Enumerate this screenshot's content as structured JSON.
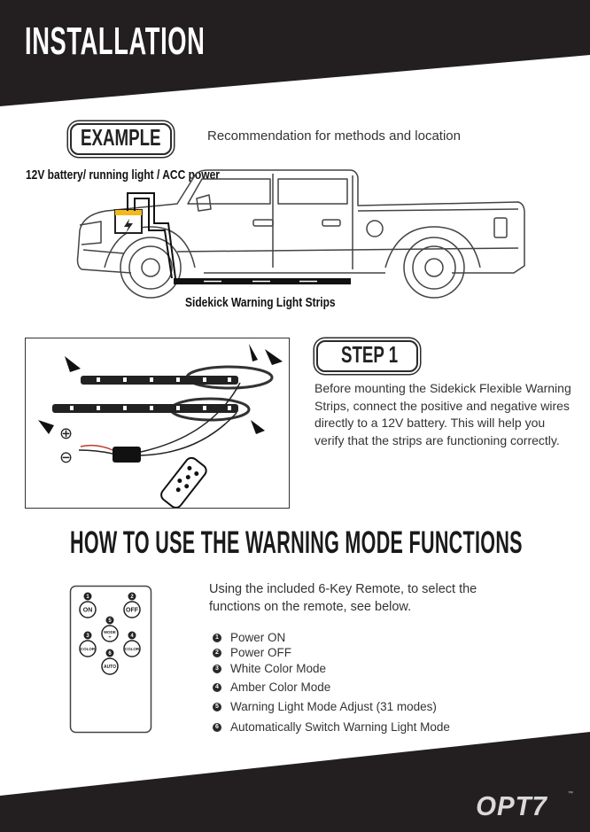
{
  "header": {
    "title": "INSTALLATION"
  },
  "example": {
    "label": "EXAMPLE",
    "description": "Recommendation for methods and location",
    "power_label": "12V battery/ running light / ACC power",
    "strip_label": "Sidekick  Warning Light Strips"
  },
  "step1": {
    "label": "STEP 1",
    "text": "Before mounting the Sidekick Flexible Warning Strips, connect the positive and negative wires directly to a 12V battery. This will help you verify that the strips are functioning correctly.",
    "plus_symbol": "⊕",
    "minus_symbol": "⊖"
  },
  "warning_mode": {
    "title": "HOW TO USE THE WARNING MODE FUNCTIONS",
    "description": "Using the included 6-Key Remote, to select the functions on the remote, see below.",
    "remote_keys": [
      {
        "num": "1",
        "label": "ON"
      },
      {
        "num": "2",
        "label": "OFF"
      },
      {
        "num": "3",
        "label": "COLOR"
      },
      {
        "num": "4",
        "label": "COLOR"
      },
      {
        "num": "5",
        "label": "MODE"
      },
      {
        "num": "6",
        "label": "AUTO"
      }
    ],
    "functions": [
      {
        "num": "1",
        "label": "Power ON"
      },
      {
        "num": "2",
        "label": "Power OFF"
      },
      {
        "num": "3",
        "label": "White Color Mode"
      },
      {
        "num": "4",
        "label": "Amber Color Mode"
      },
      {
        "num": "5",
        "label": "Warning Light Mode Adjust (31 modes)"
      },
      {
        "num": "6",
        "label": "Automatically Switch Warning Light Mode"
      }
    ]
  },
  "footer": {
    "brand": "OPT7",
    "trademark": "™"
  },
  "colors": {
    "dark_band": "#231f20",
    "text": "#2a2a2a",
    "logo": "#d9d9d9"
  }
}
